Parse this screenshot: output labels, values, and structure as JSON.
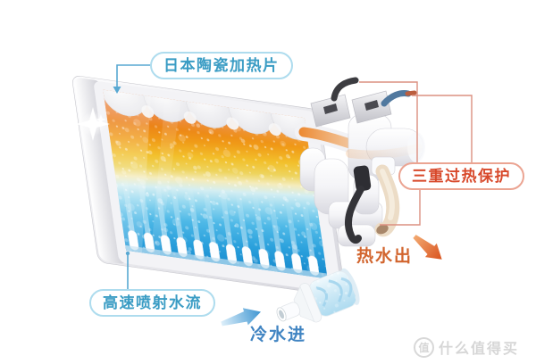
{
  "callouts": {
    "ceramic_heater": {
      "label": "日本陶瓷加热片"
    },
    "jet_flow": {
      "label": "高速喷射水流"
    },
    "overheat_protection": {
      "label": "三重过热保护"
    },
    "hot_water_out": {
      "label": "热水出"
    },
    "cold_water_in": {
      "label": "冷水进"
    }
  },
  "watermark": {
    "logo": "值",
    "text": "什么值得买"
  },
  "icons": {
    "sparkle": "four-point-glint",
    "hot_water_arrow": "tapered-arrow-down-right",
    "cold_water_arrow": "tapered-arrow-up-right"
  },
  "colors": {
    "callout_blue_text": "#3a9cc4",
    "callout_blue_border": "#aedcee",
    "callout_red_text": "#d8492b",
    "callout_red_border": "#eba492",
    "hot_water_text": "#d2652e",
    "cold_water_text": "#4084c2",
    "hot_arrow": "#d9531e",
    "cold_arrow": "#3e96d2",
    "thermal_hot": "#e86f1f",
    "thermal_warm": "#f2c02c",
    "thermal_cool": "#97d9f0",
    "thermal_cold": "#1b8ed0",
    "watermark_gray": "#d6d6d6"
  }
}
